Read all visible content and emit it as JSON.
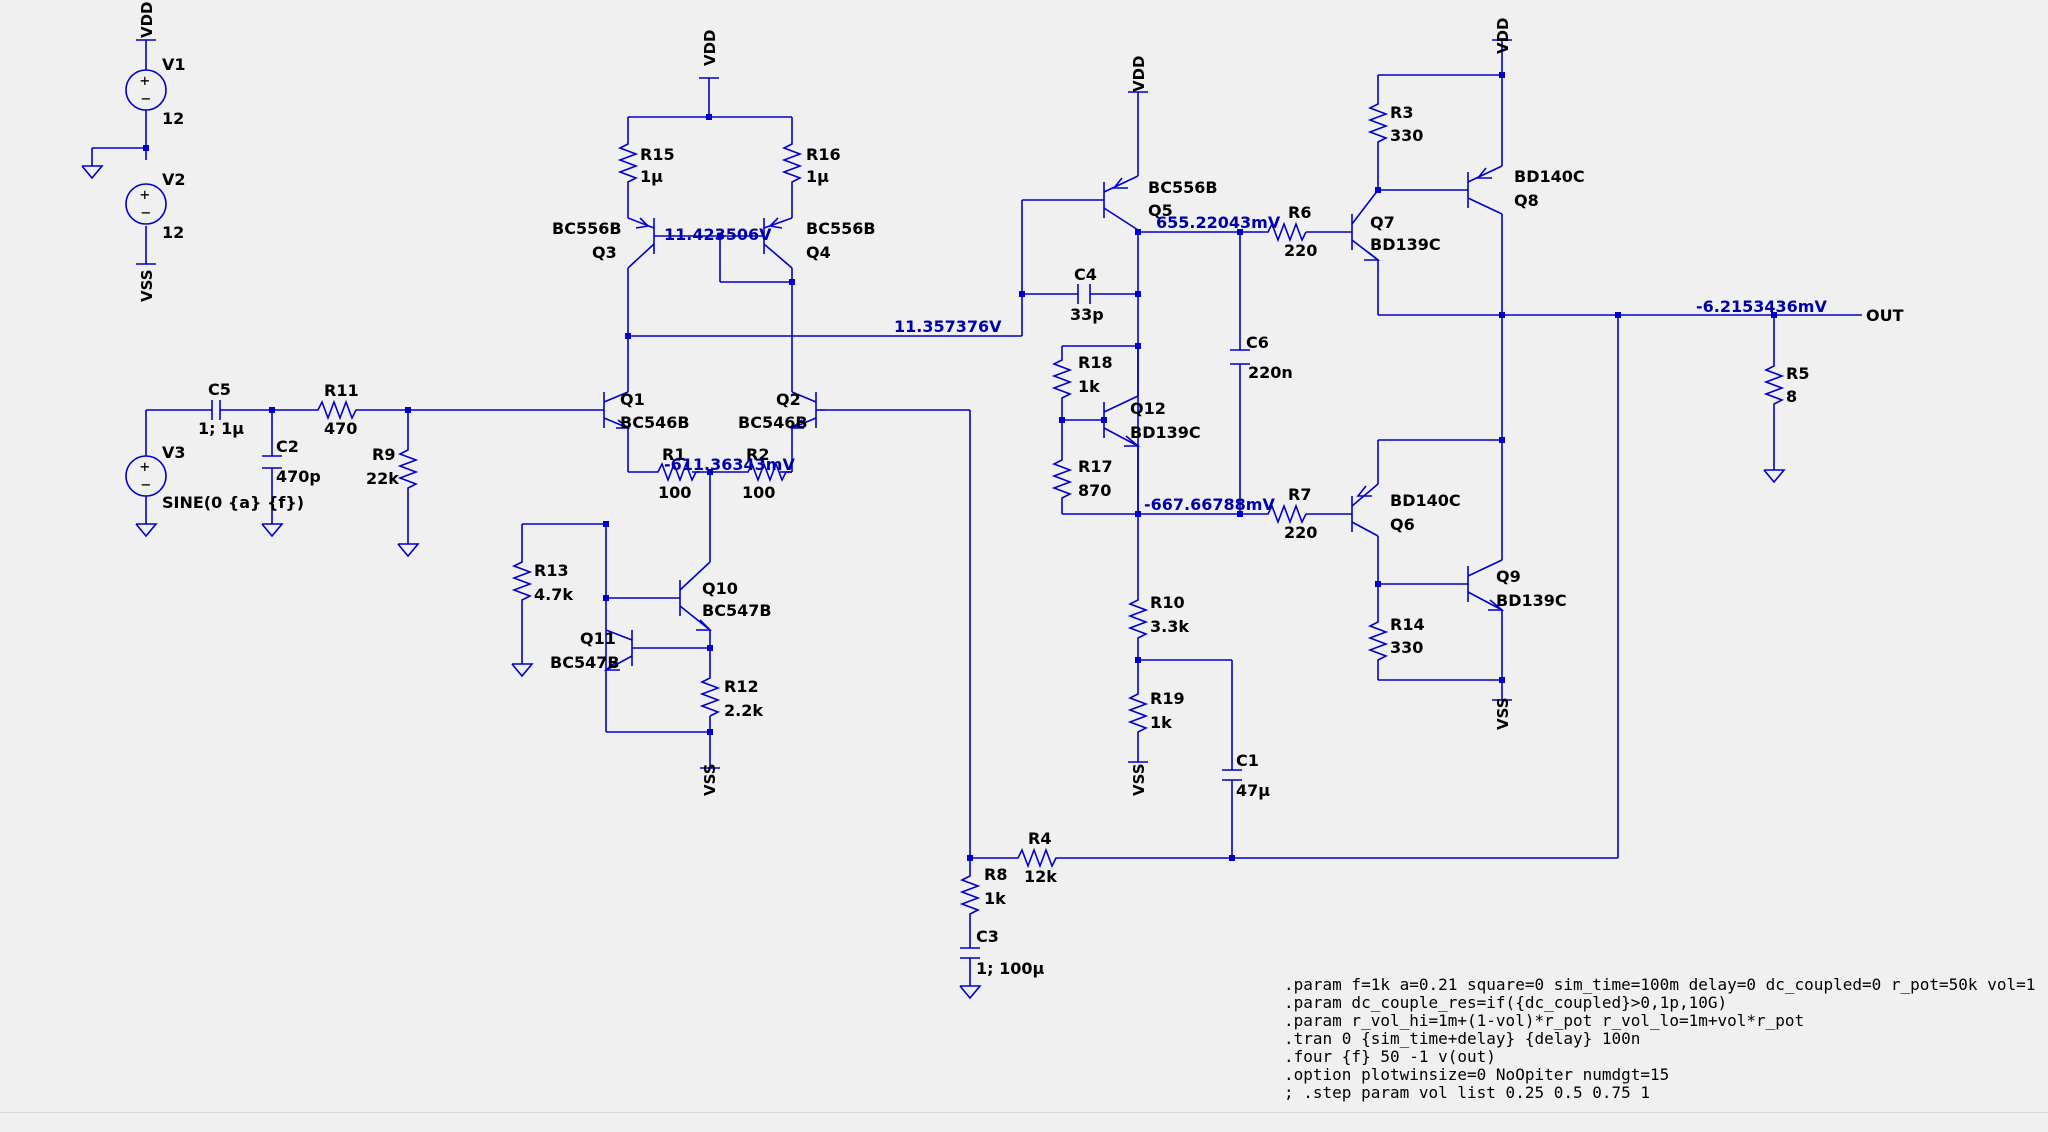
{
  "power": {
    "vdd": "VDD",
    "vss": "VSS"
  },
  "sources": {
    "v1": {
      "name": "V1",
      "value": "12"
    },
    "v2": {
      "name": "V2",
      "value": "12"
    },
    "v3": {
      "name": "V3",
      "value": "SINE(0 {a} {f})"
    }
  },
  "transistors": {
    "q1": {
      "name": "Q1",
      "model": "BC546B"
    },
    "q2": {
      "name": "Q2",
      "model": "BC546B"
    },
    "q3": {
      "name": "Q3",
      "model": "BC556B"
    },
    "q4": {
      "name": "Q4",
      "model": "BC556B"
    },
    "q5": {
      "name": "Q5",
      "model": "BC556B"
    },
    "q6": {
      "name": "Q6",
      "model": "BD140C"
    },
    "q7": {
      "name": "Q7",
      "model": "BD139C"
    },
    "q8": {
      "name": "Q8",
      "model": "BD140C"
    },
    "q9": {
      "name": "Q9",
      "model": "BD139C"
    },
    "q10": {
      "name": "Q10",
      "model": "BC547B"
    },
    "q11": {
      "name": "Q11",
      "model": "BC547B"
    },
    "q12": {
      "name": "Q12",
      "model": "BD139C"
    }
  },
  "resistors": {
    "r1": {
      "name": "R1",
      "value": "100"
    },
    "r2": {
      "name": "R2",
      "value": "100"
    },
    "r3": {
      "name": "R3",
      "value": "330"
    },
    "r4": {
      "name": "R4",
      "value": "12k"
    },
    "r5": {
      "name": "R5",
      "value": "8"
    },
    "r6": {
      "name": "R6",
      "value": "220"
    },
    "r7": {
      "name": "R7",
      "value": "220"
    },
    "r8": {
      "name": "R8",
      "value": "1k"
    },
    "r9": {
      "name": "R9",
      "value": "22k"
    },
    "r10": {
      "name": "R10",
      "value": "3.3k"
    },
    "r11": {
      "name": "R11",
      "value": "470"
    },
    "r12": {
      "name": "R12",
      "value": "2.2k"
    },
    "r13": {
      "name": "R13",
      "value": "4.7k"
    },
    "r14": {
      "name": "R14",
      "value": "330"
    },
    "r15": {
      "name": "R15",
      "value": "1µ"
    },
    "r16": {
      "name": "R16",
      "value": "1µ"
    },
    "r17": {
      "name": "R17",
      "value": "870"
    },
    "r18": {
      "name": "R18",
      "value": "1k"
    },
    "r19": {
      "name": "R19",
      "value": "1k"
    }
  },
  "capacitors": {
    "c1": {
      "name": "C1",
      "value": "47µ"
    },
    "c2": {
      "name": "C2",
      "value": "470p"
    },
    "c3": {
      "name": "C3",
      "value": "1; 100µ"
    },
    "c4": {
      "name": "C4",
      "value": "33p"
    },
    "c5": {
      "name": "C5",
      "value": "1; 1µ"
    },
    "c6": {
      "name": "C6",
      "value": "220n"
    }
  },
  "net_labels": {
    "out": "OUT"
  },
  "voltages": {
    "q3_base": "11.423506V",
    "vas_in": "11.357376V",
    "tail": "-611.36343mV",
    "drive_hi": "655.22043mV",
    "drive_lo": "-667.66788mV",
    "out": "-6.2153436mV"
  },
  "directives": [
    ".param f=1k a=0.21 square=0 sim_time=100m delay=0 dc_coupled=0 r_pot=50k vol=1",
    ".param dc_couple_res=if({dc_coupled}>0,1p,10G)",
    ".param r_vol_hi=1m+(1-vol)*r_pot r_vol_lo=1m+vol*r_pot",
    ".tran 0 {sim_time+delay} {delay} 100n",
    ".four {f} 50 -1 v(out)",
    ".option plotwinsize=0 NoOpiter numdgt=15",
    "; .step param vol list  0.25 0.5 0.75 1"
  ],
  "colors": {
    "wire": "#0000cc",
    "background": "#f0f0f0",
    "voltage_label": "#0000aa"
  }
}
